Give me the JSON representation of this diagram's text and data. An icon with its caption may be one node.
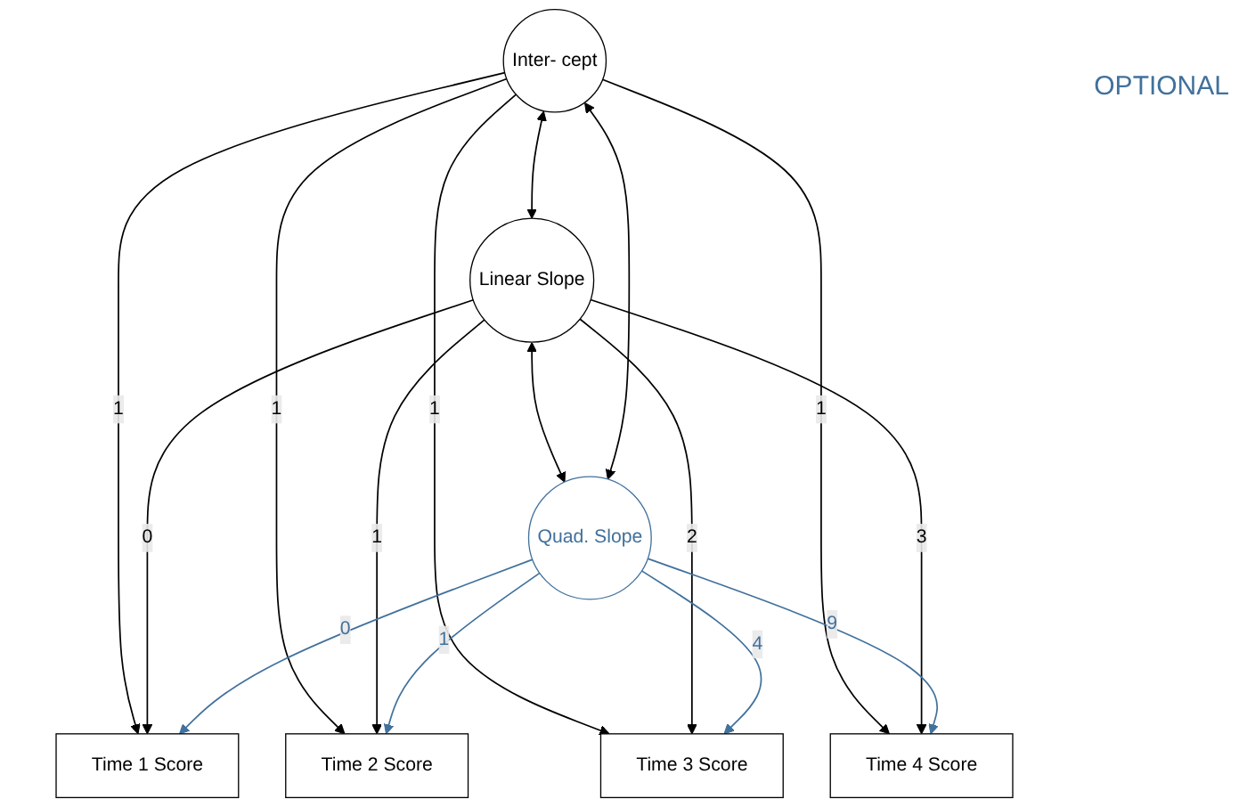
{
  "diagram": {
    "nodes": [
      {
        "text": [
          "Inter- cept"
        ]
      },
      {
        "text": [
          "Linear Slope"
        ]
      },
      {
        "text": [
          "Quad. Slope"
        ]
      },
      {
        "text": [
          "Time 1 Score"
        ]
      },
      {
        "text": [
          "Time 2 Score"
        ]
      },
      {
        "text": [
          "Time 3 Score"
        ]
      },
      {
        "text": [
          "Time 4 Score"
        ]
      }
    ],
    "edges": [
      {
        "from": 0,
        "to": 1,
        "arrow": "both"
      },
      {
        "from": 1,
        "to": 2,
        "arrow": "both"
      },
      {
        "from": 0,
        "to": 2,
        "arrow": "both"
      },
      {
        "from": 0,
        "to": 3,
        "arrow": "to",
        "label": "1"
      },
      {
        "from": 0,
        "to": 4,
        "arrow": "to",
        "label": "1"
      },
      {
        "from": 0,
        "to": 5,
        "arrow": "to",
        "label": "1"
      },
      {
        "from": 0,
        "to": 6,
        "arrow": "to",
        "label": "1"
      },
      {
        "from": 1,
        "to": 3,
        "arrow": "to",
        "label": "0"
      },
      {
        "from": 1,
        "to": 4,
        "arrow": "to",
        "label": "1"
      },
      {
        "from": 1,
        "to": 5,
        "arrow": "to",
        "label": "2"
      },
      {
        "from": 1,
        "to": 6,
        "arrow": "to",
        "label": "3"
      },
      {
        "from": 2,
        "to": 3,
        "arrow": "to",
        "label": "0",
        "color": "#41719c"
      },
      {
        "from": 2,
        "to": 4,
        "arrow": "to",
        "label": "1",
        "color": "#41719c"
      },
      {
        "from": 2,
        "to": 5,
        "arrow": "to",
        "label": "4",
        "color": "#41719c"
      },
      {
        "from": 2,
        "to": 6,
        "arrow": "to",
        "label": "9",
        "color": "#41719c"
      }
    ],
    "labels": [
      "OPTIONAL"
    ]
  }
}
